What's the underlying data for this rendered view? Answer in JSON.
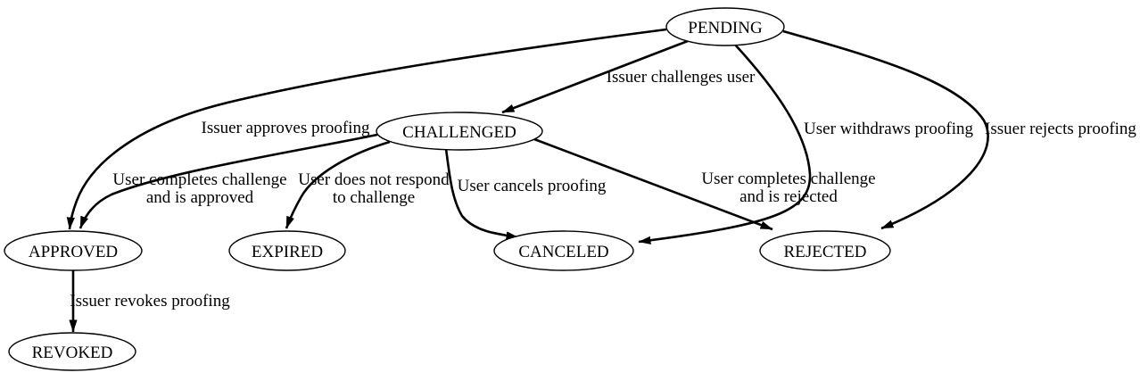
{
  "diagram": {
    "title": "proofing state diagram",
    "background_color": "#ffffff",
    "stroke_color": "#000000",
    "node_fill_color": "#ffffff",
    "nodes": {
      "pending": {
        "label": "PENDING"
      },
      "challenged": {
        "label": "CHALLENGED"
      },
      "approved": {
        "label": "APPROVED"
      },
      "expired": {
        "label": "EXPIRED"
      },
      "canceled": {
        "label": "CANCELED"
      },
      "rejected": {
        "label": "REJECTED"
      },
      "revoked": {
        "label": "REVOKED"
      }
    },
    "edges": {
      "pending_challenged": {
        "from": "PENDING",
        "to": "CHALLENGED",
        "label": "Issuer challenges user"
      },
      "pending_approved": {
        "from": "PENDING",
        "to": "APPROVED",
        "label": "Issuer approves proofing"
      },
      "pending_canceled": {
        "from": "PENDING",
        "to": "CANCELED",
        "label": "User withdraws proofing"
      },
      "pending_rejected": {
        "from": "PENDING",
        "to": "REJECTED",
        "label": "Issuer rejects proofing"
      },
      "challenged_approved": {
        "from": "CHALLENGED",
        "to": "APPROVED",
        "label_line1": "User completes challenge",
        "label_line2": "and is approved"
      },
      "challenged_expired": {
        "from": "CHALLENGED",
        "to": "EXPIRED",
        "label_line1": "User does not respond",
        "label_line2": "to challenge"
      },
      "challenged_canceled": {
        "from": "CHALLENGED",
        "to": "CANCELED",
        "label": "User cancels proofing"
      },
      "challenged_rejected": {
        "from": "CHALLENGED",
        "to": "REJECTED",
        "label_line1": "User completes challenge",
        "label_line2": "and is rejected"
      },
      "approved_revoked": {
        "from": "APPROVED",
        "to": "REVOKED",
        "label": "Issuer revokes proofing"
      }
    }
  }
}
